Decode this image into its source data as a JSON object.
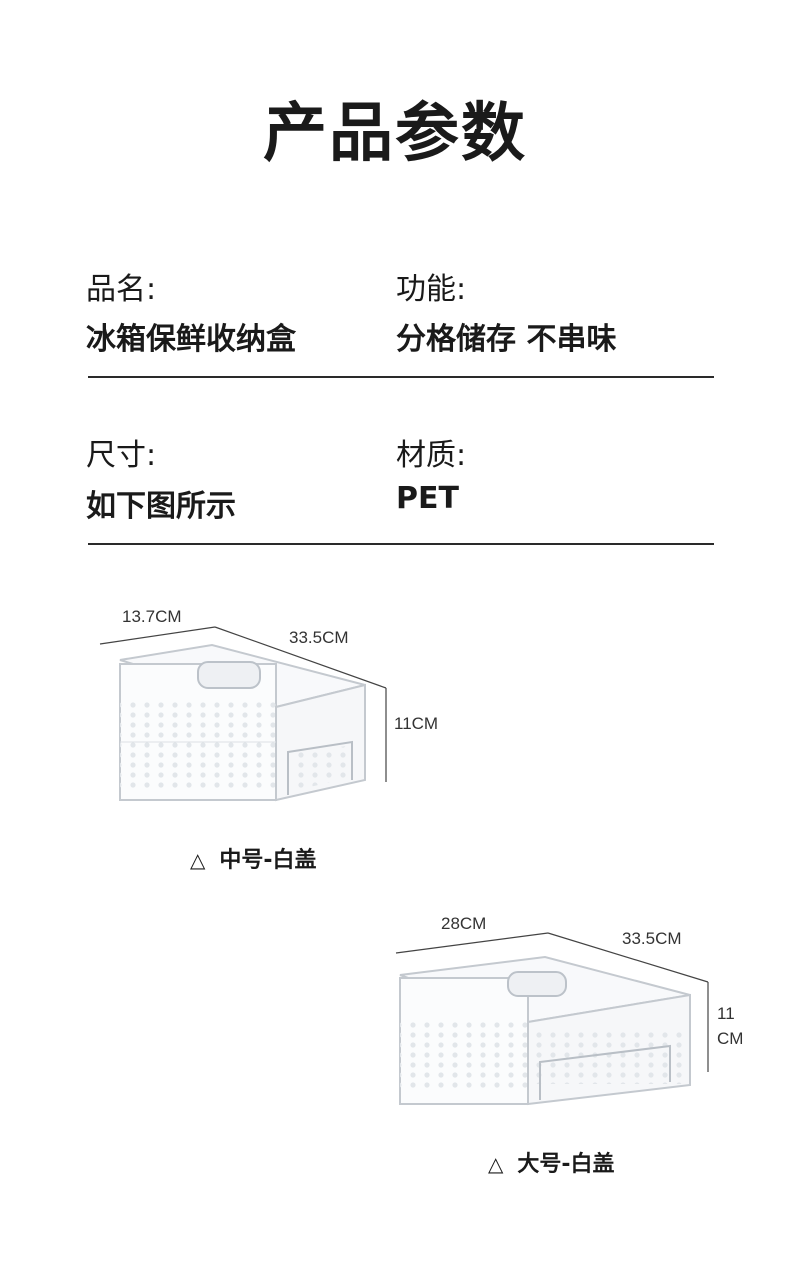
{
  "title": "产品参数",
  "specs": {
    "name_label": "品名:",
    "name_value": "冰箱保鲜收纳盒",
    "function_label": "功能:",
    "function_value": "分格储存 不串味",
    "size_label": "尺寸:",
    "size_value": "如下图所示",
    "material_label": "材质:",
    "material_value": "PET"
  },
  "medium": {
    "width": "13.7CM",
    "length": "33.5CM",
    "height": "11CM",
    "caption": "中号-白盖"
  },
  "large": {
    "width": "28CM",
    "length": "33.5CM",
    "height_num": "11",
    "height_unit": "CM",
    "caption": "大号-白盖"
  },
  "icons": {
    "caption_marker": "triangle-outline-icon"
  }
}
